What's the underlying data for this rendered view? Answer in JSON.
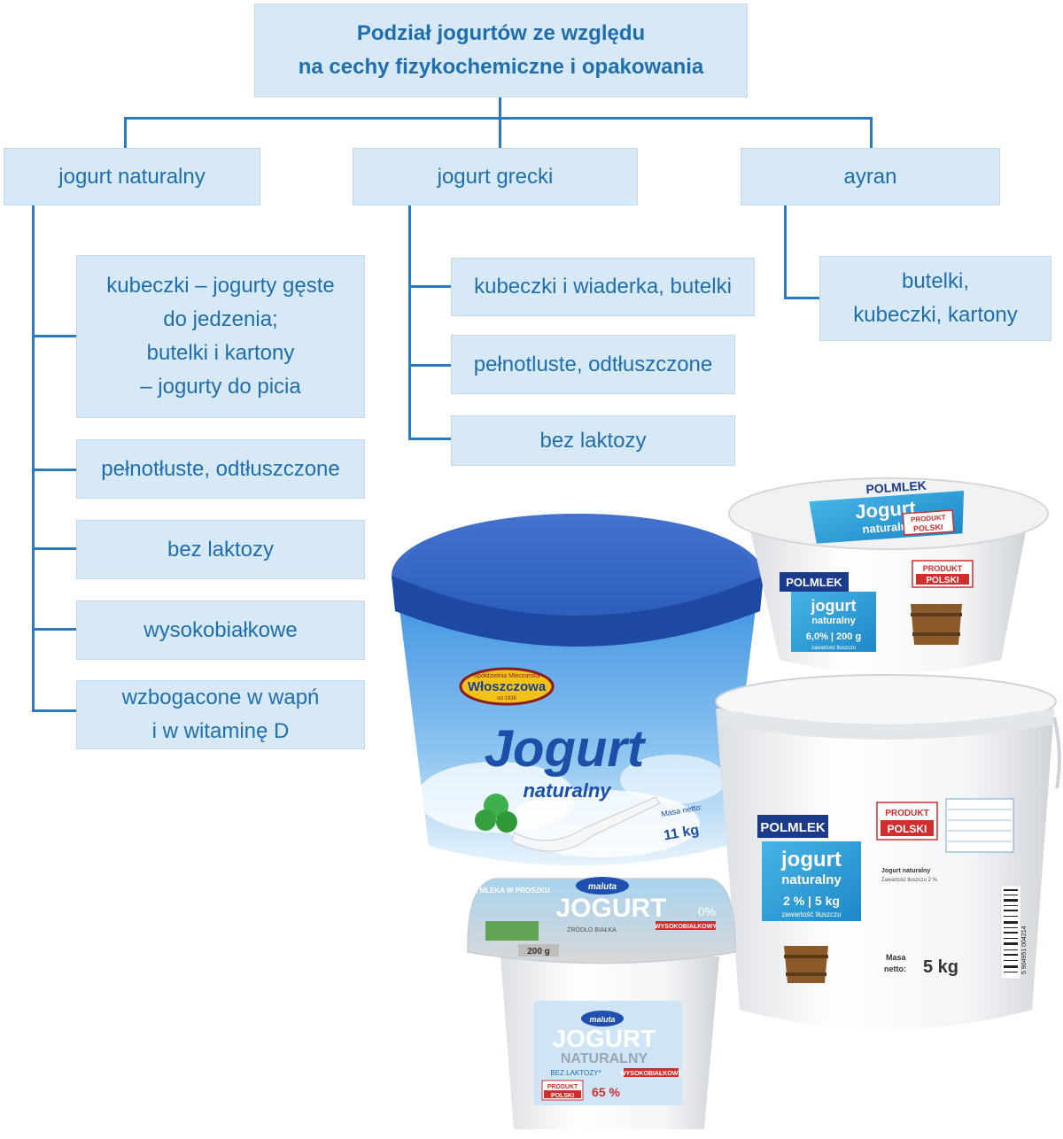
{
  "title": {
    "line1": "Podział jogurtów ze względu",
    "line2": "na cechy fizykochemiczne i opakowania"
  },
  "categories": [
    {
      "label": "jogurt naturalny",
      "items": [
        [
          "kubeczki –  jogurty gęste",
          "do jedzenia;",
          "butelki i kartony",
          "– jogurty do picia"
        ],
        [
          "pełnotłuste, odtłuszczone"
        ],
        [
          "bez laktozy"
        ],
        [
          "wysokobiałkowe"
        ],
        [
          "wzbogacone w wapń",
          "i w witaminę D"
        ]
      ]
    },
    {
      "label": "jogurt grecki",
      "items": [
        [
          "kubeczki i wiaderka, butelki"
        ],
        [
          "pełnotluste, odtłuszczone"
        ],
        [
          "bez laktozy"
        ]
      ]
    },
    {
      "label": "ayran",
      "items": [
        [
          "butelki,",
          "kubeczki, kartony"
        ]
      ]
    }
  ],
  "products": {
    "wloszczowa": {
      "brand": "Włoszczowa",
      "brand_top": "Spółdzielnia Mleczarska",
      "brand_sub": "od 1936",
      "name1": "Jogurt",
      "name2": "naturalny",
      "weight_label": "Masa netto:",
      "weight": "11 kg"
    },
    "polmlek_cup": {
      "brand": "POLMLEK",
      "lid1": "Jogurt",
      "lid2": "naturalny",
      "lid_badge1": "PRODUKT",
      "lid_badge2": "POLSKI",
      "name1": "jogurt",
      "name2": "naturalny",
      "spec": "6,0% | 200 g",
      "spec_sub": "zawartość tłuszczu",
      "badge1": "PRODUKT",
      "badge2": "POLSKI"
    },
    "polmlek_bucket": {
      "brand": "POLMLEK",
      "name1": "jogurt",
      "name2": "naturalny",
      "spec": "2 %  | 5 kg",
      "spec_sub": "zawartość tłuszczu",
      "badge1": "PRODUKT",
      "badge2": "POLSKI",
      "desc1": "Jogurt naturalny",
      "desc2": "Zawartość tłuszczu 2 %",
      "weight_label1": "Masa",
      "weight_label2": "netto:",
      "weight": "5 kg",
      "barcode": "5 904951 004214"
    },
    "maluta": {
      "brand": "maluta",
      "lid_name": "JOGURT",
      "lid_fat": "0%",
      "lid_side": "BEZ MLEKA W PROSZKU",
      "lid_tag": "WYSOKOBIAŁKOWY",
      "lid_weight": "200 g",
      "lid_sub": "ŹRÓDŁO BIAŁKA",
      "name1": "JOGURT",
      "name2": "NATURALNY",
      "sub1": "BEZ LAKTOZY*",
      "tag": "WYSOKOBIAŁKOWY",
      "badge1": "PRODUKT",
      "badge2": "POLSKI",
      "percent": "65 %"
    }
  },
  "colors": {
    "box_fill": "#d7e8f6",
    "line": "#2b79be",
    "text": "#1f6fae"
  }
}
